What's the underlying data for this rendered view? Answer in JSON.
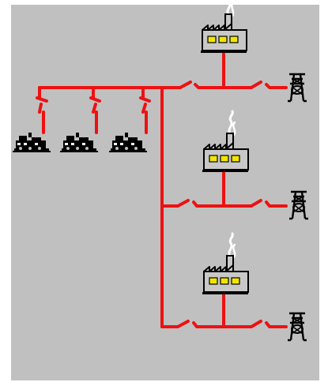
{
  "diagram": {
    "type": "one-line power distribution mimic",
    "colors": {
      "background": "#c0c0c0",
      "frame": "#ffffff",
      "line": "#ee1111",
      "factory_body": "#c8c8c8",
      "factory_outline": "#000000",
      "factory_windows": "#f2e600",
      "smoke": "#ffffff",
      "generator": "#000000",
      "tower": "#000000"
    },
    "icons": {
      "factory": "factory-icon",
      "generator": "generator-icon",
      "tower": "transmission-tower-icon",
      "switch": "switch-icon"
    },
    "counts": {
      "factories": 3,
      "generators": 3,
      "towers": 3,
      "feeder_branches": 3
    }
  }
}
